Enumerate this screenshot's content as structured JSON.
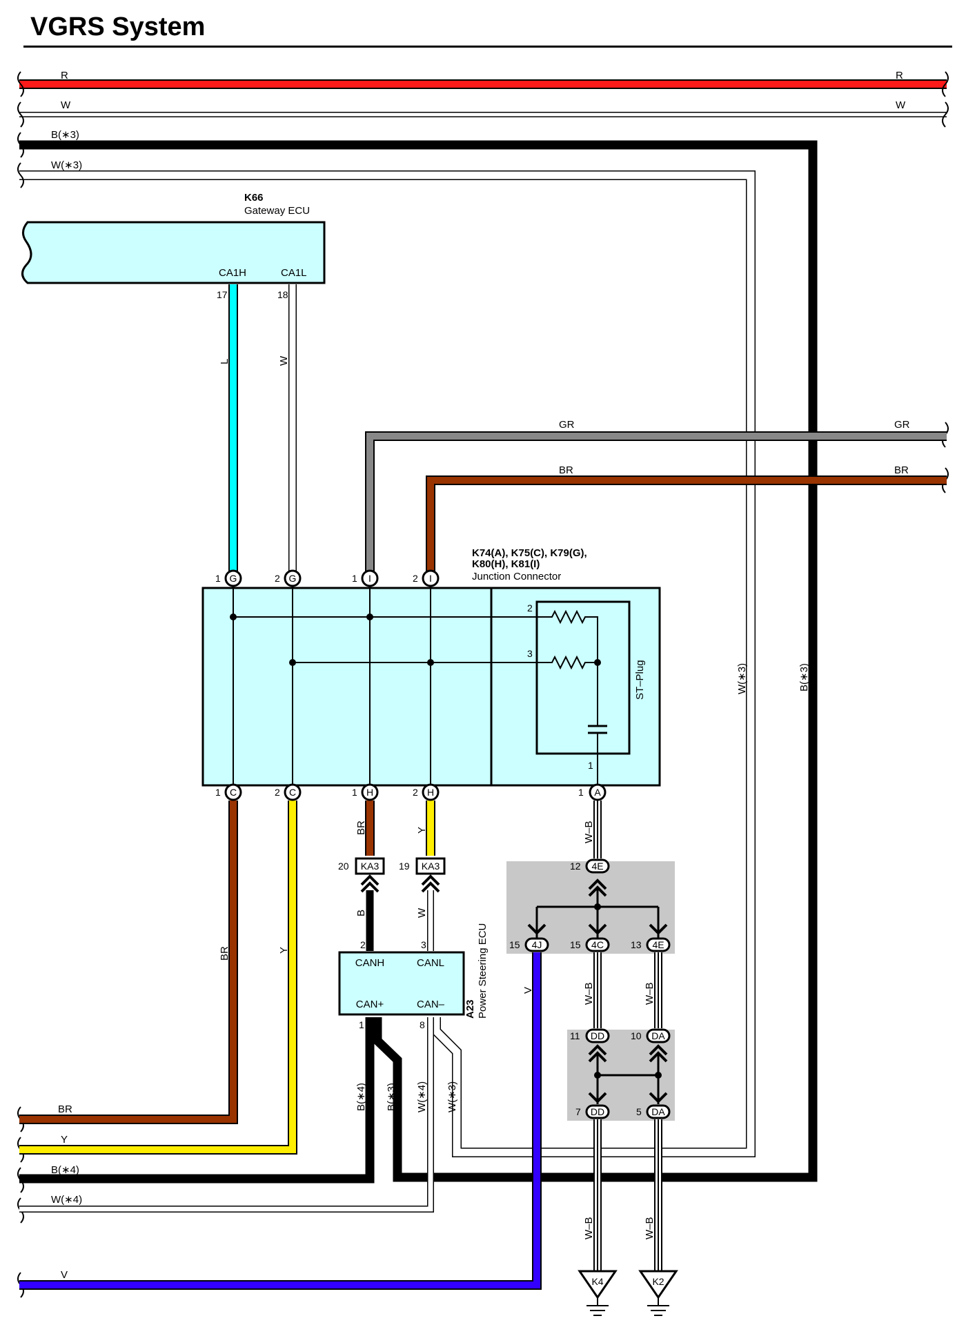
{
  "title": "VGRS System",
  "colors": {
    "R": "#ff1a1a",
    "W": "#ffffff",
    "B": "#000000",
    "L": "#00ffff",
    "GR": "#888888",
    "BR": "#993300",
    "Y": "#ffee00",
    "V": "#3300ff",
    "W-B": "#ffffff",
    "box": "#ccffff",
    "group": "#c8c8c8"
  },
  "wires": {
    "r_left": "R",
    "r_right": "R",
    "w_left": "W",
    "w_right": "W",
    "b3": "B(∗3)",
    "w3": "W(∗3)",
    "l": "L",
    "w": "W",
    "gr_mid": "GR",
    "gr_right": "GR",
    "br_mid": "BR",
    "br_right": "BR",
    "w3_vert": "W(∗3)",
    "b3_vert": "B(∗3)",
    "br_c1": "BR",
    "y_c2": "Y",
    "br_h1": "BR",
    "y_h2": "Y",
    "b_ka3": "B",
    "w_ka3": "W",
    "wb_a1": "W–B",
    "v_4j": "V",
    "wb_4c": "W–B",
    "wb_4e": "W–B",
    "b4_vert": "B(∗4)",
    "b3_vert2": "B(∗3)",
    "w4_vert": "W(∗4)",
    "w3_vert2": "W(∗3)",
    "wb_k4": "W–B",
    "wb_k2": "W–B",
    "br_bottom": "BR",
    "y_bottom": "Y",
    "b4_bottom": "B(∗4)",
    "w4_bottom": "W(∗4)",
    "v_bottom": "V"
  },
  "gateway": {
    "id": "K66",
    "name": "Gateway ECU",
    "term_h": "CA1H",
    "term_l": "CA1L",
    "pin_h": "17",
    "pin_l": "18"
  },
  "junction": {
    "line1": "K74(A), K75(C), K79(G),",
    "line2": "K80(H), K81(I)",
    "name": "Junction Connector",
    "plug": "ST–Plug",
    "top_pins": [
      {
        "num": "1",
        "letter": "G"
      },
      {
        "num": "2",
        "letter": "G"
      },
      {
        "num": "1",
        "letter": "I"
      },
      {
        "num": "2",
        "letter": "I"
      }
    ],
    "bottom_pins": [
      {
        "num": "1",
        "letter": "C"
      },
      {
        "num": "2",
        "letter": "C"
      },
      {
        "num": "1",
        "letter": "H"
      },
      {
        "num": "2",
        "letter": "H"
      },
      {
        "num": "1",
        "letter": "A"
      }
    ],
    "inner_pins": [
      "2",
      "3",
      "1"
    ]
  },
  "ka3": [
    {
      "num": "20",
      "code": "KA3"
    },
    {
      "num": "19",
      "code": "KA3"
    }
  ],
  "ps_ecu": {
    "id": "A23",
    "name": "Power Steering ECU",
    "canh": "CANH",
    "canl": "CANL",
    "canp": "CAN+",
    "canm": "CAN–",
    "pin_canh": "2",
    "pin_canl": "3",
    "pin_canp": "1",
    "pin_canm": "8"
  },
  "jb_upper": [
    {
      "num": "12",
      "code": "4E"
    },
    {
      "num": "15",
      "code": "4J"
    },
    {
      "num": "15",
      "code": "4C"
    },
    {
      "num": "13",
      "code": "4E"
    }
  ],
  "jb_lower": [
    {
      "num": "11",
      "code": "DD"
    },
    {
      "num": "10",
      "code": "DA"
    },
    {
      "num": "7",
      "code": "DD"
    },
    {
      "num": "5",
      "code": "DA"
    }
  ],
  "grounds": [
    "K4",
    "K2"
  ]
}
